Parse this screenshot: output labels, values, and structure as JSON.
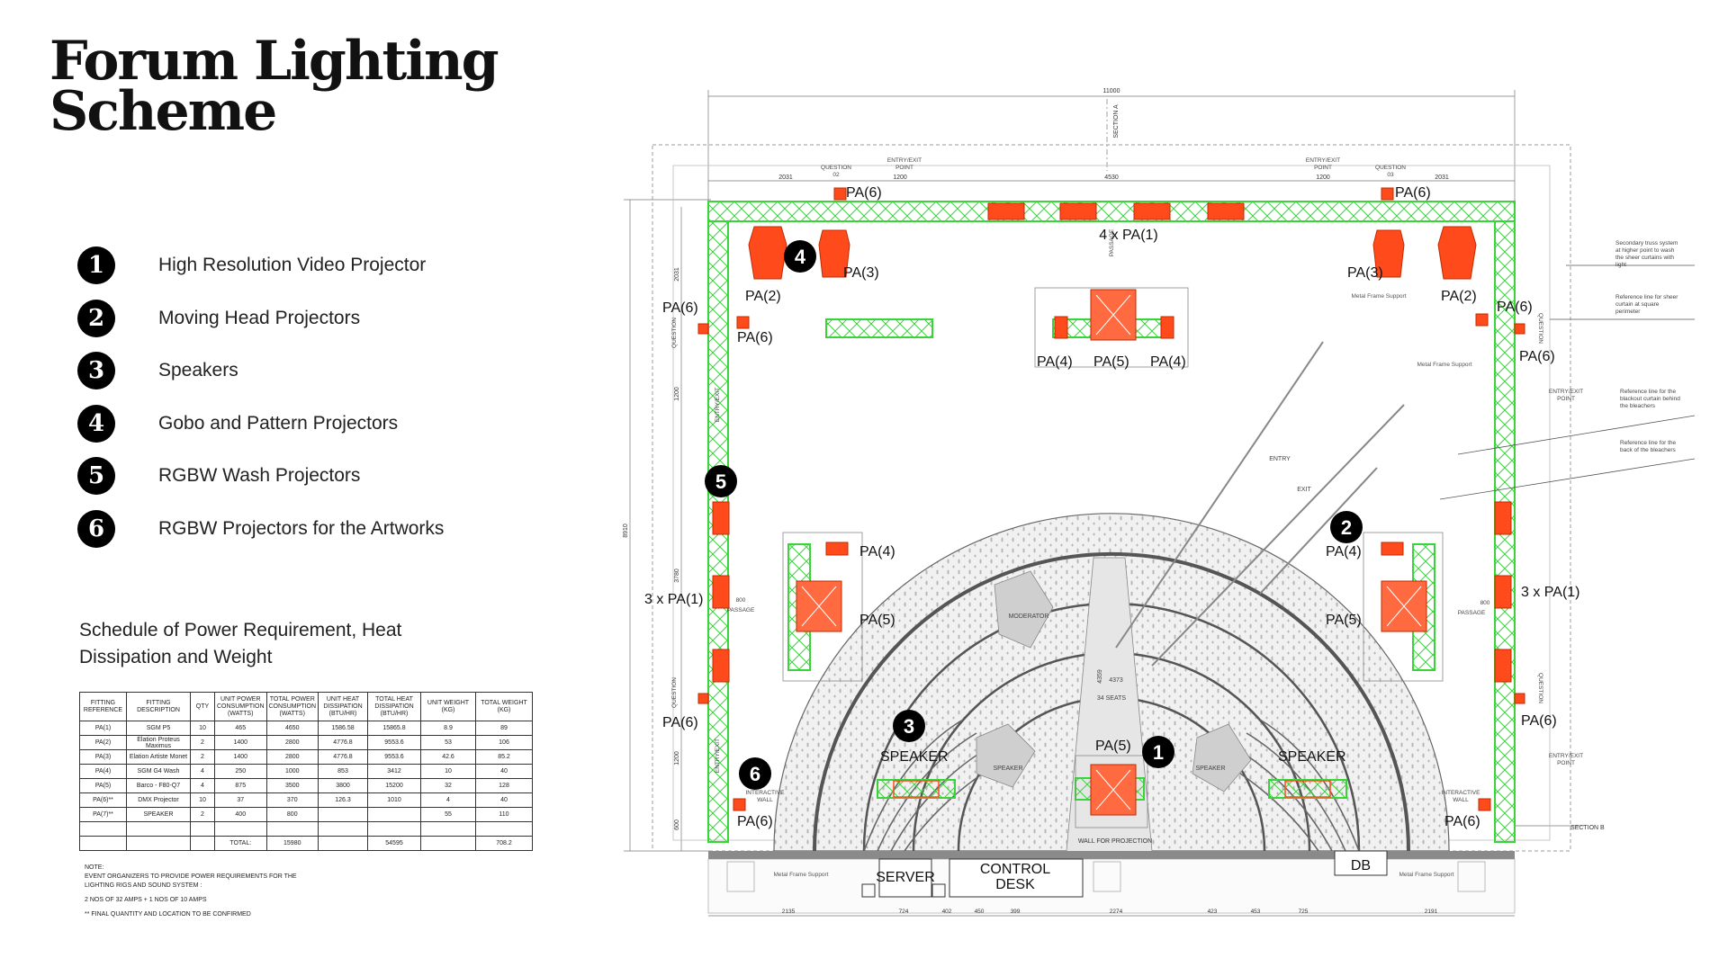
{
  "title": {
    "line1": "Forum Lighting",
    "line2": "Scheme"
  },
  "legend": [
    {
      "num": "1",
      "label": "High Resolution Video Projector"
    },
    {
      "num": "2",
      "label": "Moving Head Projectors"
    },
    {
      "num": "3",
      "label": "Speakers"
    },
    {
      "num": "4",
      "label": "Gobo and Pattern Projectors"
    },
    {
      "num": "5",
      "label": "RGBW Wash Projectors"
    },
    {
      "num": "6",
      "label": "RGBW Projectors for the Artworks"
    }
  ],
  "schedule": {
    "title": "Schedule of Power Requirement, Heat Dissipation and Weight",
    "headers": [
      "FITTING REFERENCE",
      "FITTING DESCRIPTION",
      "QTY",
      "UNIT POWER CONSUMPTION (WATTS)",
      "TOTAL POWER CONSUMPTION (WATTS)",
      "UNIT HEAT DISSIPATION (BTU/HR)",
      "TOTAL HEAT DISSIPATION (BTU/HR)",
      "UNIT WEIGHT (KG)",
      "TOTAL WEIGHT (KG)"
    ],
    "rows": [
      [
        "PA(1)",
        "SGM P5",
        "10",
        "465",
        "4650",
        "1586.58",
        "15865.8",
        "8.9",
        "89"
      ],
      [
        "PA(2)",
        "Elation Proteus Maximus",
        "2",
        "1400",
        "2800",
        "4776.8",
        "9553.6",
        "53",
        "106"
      ],
      [
        "PA(3)",
        "Elation Artiste Monet",
        "2",
        "1400",
        "2800",
        "4776.8",
        "9553.6",
        "42.6",
        "85.2"
      ],
      [
        "PA(4)",
        "SGM G4 Wash",
        "4",
        "250",
        "1000",
        "853",
        "3412",
        "10",
        "40"
      ],
      [
        "PA(5)",
        "Barco - F80-Q7",
        "4",
        "875",
        "3500",
        "3800",
        "15200",
        "32",
        "128"
      ],
      [
        "PA(6)**",
        "DMX Projector",
        "10",
        "37",
        "370",
        "126.3",
        "1010",
        "4",
        "40"
      ],
      [
        "PA(7)**",
        "SPEAKER",
        "2",
        "400",
        "800",
        "",
        "",
        "55",
        "110"
      ],
      [
        "",
        "",
        "",
        "",
        "",
        "",
        "",
        "",
        ""
      ],
      [
        "",
        "",
        "",
        "TOTAL:",
        "15980",
        "",
        "54595",
        "",
        "708.2"
      ]
    ],
    "notes": [
      "NOTE:",
      "EVENT ORGANIZERS TO PROVIDE POWER REQUIREMENTS FOR THE",
      "LIGHTING RIGS AND SOUND SYSTEM :",
      "2 NOS OF 32 AMPS + 1 NOS OF 10 AMPS",
      "**   FINAL QUANTITY AND LOCATION TO BE CONFIRMED"
    ]
  },
  "plan": {
    "labels": {
      "pa6": "PA(6)",
      "pa5": "PA(5)",
      "pa4": "PA(4)",
      "pa3": "PA(3)",
      "pa2": "PA(2)",
      "four_pa1": "4 x PA(1)",
      "three_pa1": "3 x PA(1)",
      "speaker": "SPEAKER",
      "server": "SERVER",
      "control1": "CONTROL",
      "control2": "DESK",
      "db": "DB"
    },
    "markers": [
      "1",
      "2",
      "3",
      "4",
      "5",
      "6"
    ],
    "small_text": {
      "dim_total": "11000",
      "dim_2031": "2031",
      "dim_1200": "1200",
      "dim_4530": "4530",
      "dim_8910": "8910",
      "dim_3780": "3780",
      "dim_600": "600",
      "dim_800": "800",
      "dim_4359": "4359",
      "dim_4373": "4373",
      "dim_2135": "2135",
      "dim_724": "724",
      "dim_402": "402",
      "dim_450": "450",
      "dim_399": "399",
      "dim_2274": "2274",
      "dim_423": "423",
      "dim_453": "453",
      "dim_725": "725",
      "dim_2191": "2191",
      "entry_exit": "ENTRY/EXIT",
      "point": "POINT",
      "question": "QUESTION",
      "q02": "02",
      "q03": "03",
      "passage": "PASSAGE",
      "section_a": "SECTION A",
      "section_b": "SECTION B",
      "metal_frame": "Metal Frame Support",
      "interactive": "INTERACTIVE",
      "wall": "WALL",
      "moderator": "MODERATOR",
      "speaker_small": "SPEAKER",
      "seats": "34 SEATS",
      "wall_projection": "WALL FOR PROJECTION",
      "entry": "ENTRY",
      "exit": "EXIT",
      "note1a": "Secondary truss system",
      "note1b": "at higher point to wash",
      "note1c": "the sheer curtains with",
      "note1d": "light",
      "note2a": "Reference line for sheer",
      "note2b": "curtain at square",
      "note2c": "perimeter",
      "note3a": "Reference line for the",
      "note3b": "blackout curtain behind",
      "note3c": "the bleachers",
      "note4a": "Reference line for the",
      "note4b": "back of the bleachers"
    }
  },
  "colors": {
    "truss": "#3ad43a",
    "fixture": "#ff4a1c",
    "ink": "#111111",
    "line": "#444444"
  }
}
